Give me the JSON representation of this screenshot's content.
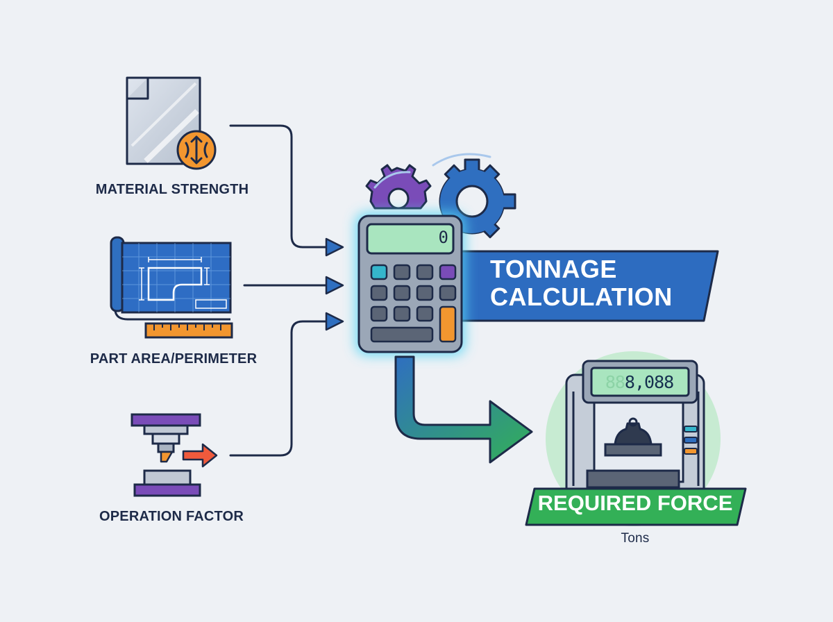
{
  "inputs": {
    "material_strength": "MATERIAL STRENGTH",
    "part_area": "PART AREA/PERIMETER",
    "operation_factor": "OPERATION FACTOR"
  },
  "calculator": {
    "display_value": "0"
  },
  "banner": {
    "line1": "TONNAGE",
    "line2": "CALCULATION"
  },
  "output": {
    "display_ghost": "88",
    "display_value": "8,088",
    "label": "REQUIRED FORCE",
    "unit": "Tons"
  },
  "colors": {
    "navy": "#1d2a48",
    "blue": "#2f6fc0",
    "banner_blue": "#2d6cc0",
    "green": "#33b057",
    "orange": "#f2962f",
    "purple": "#7a4cb8",
    "cyan_glow": "#5ad7f5"
  }
}
